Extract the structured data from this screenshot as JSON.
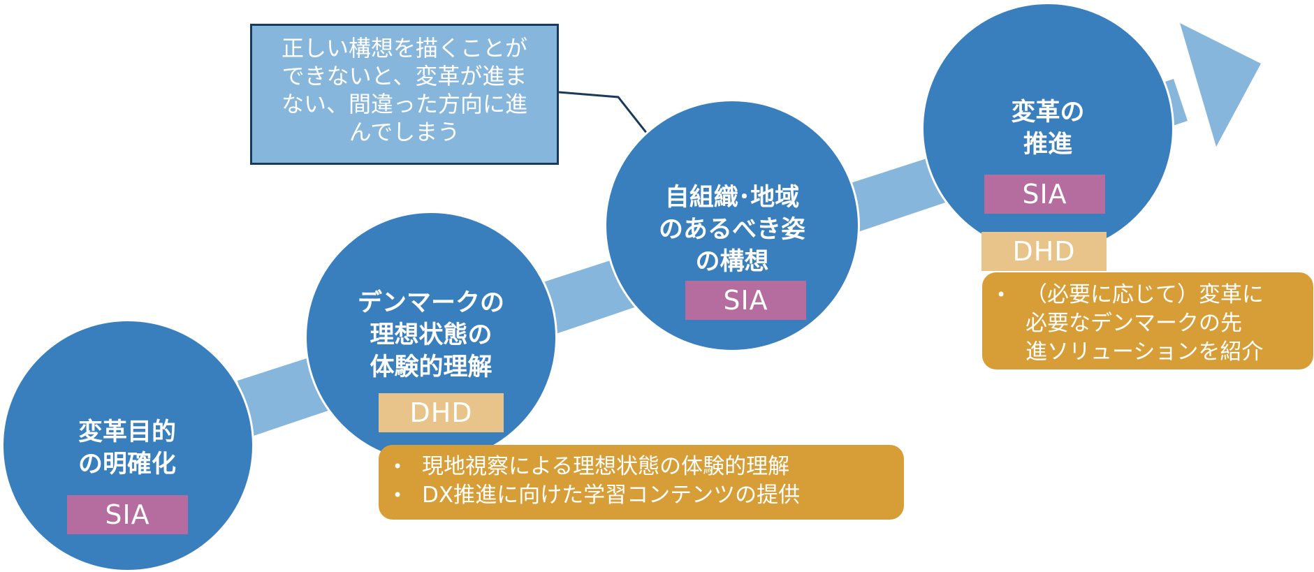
{
  "colors": {
    "circle": "#3a7fbd",
    "arrow": "#86b6dc",
    "sia_tag": "#b56c9e",
    "dhd_tag": "#e8c48a",
    "bullet_box": "#d79e37",
    "callout_fill": "#86b6dc",
    "callout_border": "#1a3a5a"
  },
  "callout": {
    "lines": [
      "正しい構想を描くことが",
      "できないと、変革が進ま",
      "ない、間違った方向に進",
      "んでしまう"
    ]
  },
  "steps": [
    {
      "title": "変革目的\nの明確化",
      "tags": [
        "SIA"
      ]
    },
    {
      "title": "デンマークの\n理想状態の\n体験的理解",
      "tags": [
        "DHD"
      ]
    },
    {
      "title": "自組織･地域\nのあるべき姿\nの構想",
      "tags": [
        "SIA"
      ]
    },
    {
      "title": "変革の\n推進",
      "tags": [
        "SIA",
        "DHD"
      ]
    }
  ],
  "bullets": {
    "step2": [
      "現地視察による理想状態の体験的理解",
      "DX推進に向けた学習コンテンツの提供"
    ],
    "step4": [
      "（必要に応じて）変革に\n必要なデンマークの先\n進ソリューションを紹介"
    ]
  },
  "bullet_symbol": "•"
}
